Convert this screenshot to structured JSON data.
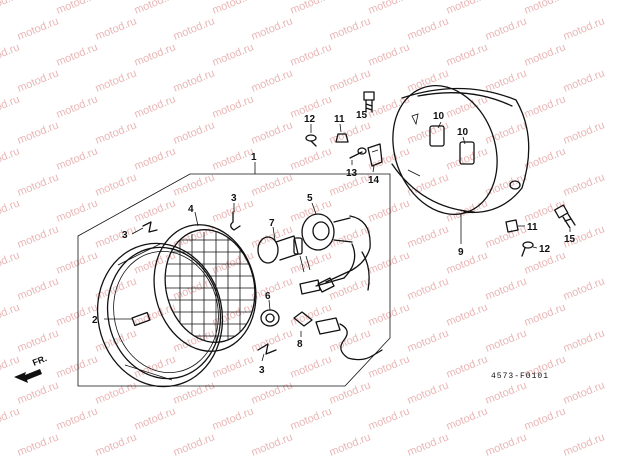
{
  "watermark": "motod.ru",
  "callouts": {
    "c1": "1",
    "c2": "2",
    "c3a": "3",
    "c3b": "3",
    "c3c": "3",
    "c4": "4",
    "c5": "5",
    "c6": "6",
    "c7": "7",
    "c8": "8",
    "c9": "9",
    "c10a": "10",
    "c10b": "10",
    "c11a": "11",
    "c11b": "11",
    "c12a": "12",
    "c12b": "12",
    "c13": "13",
    "c14": "14",
    "c15a": "15",
    "c15b": "15"
  },
  "direction_label": "FR.",
  "diagram_code": "4573-F0101"
}
